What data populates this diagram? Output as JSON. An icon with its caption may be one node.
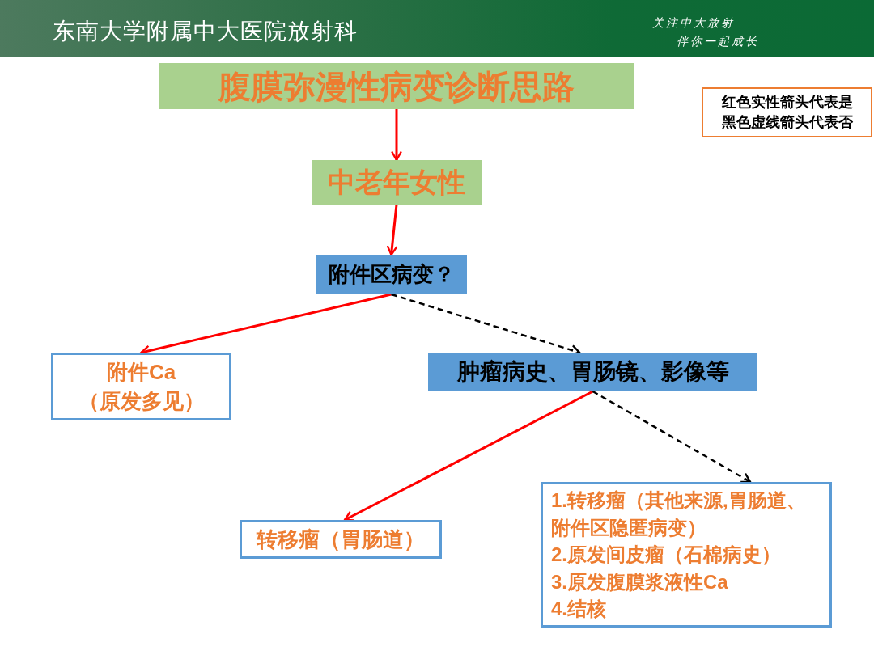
{
  "diagram": {
    "nodes": [
      {
        "text": [
          "腹膜弥漫性病变诊断思路"
        ]
      },
      {
        "text": [
          "中老年女性"
        ]
      },
      {
        "text": [
          "附件区病变？"
        ]
      },
      {
        "text": [
          "附件Ca",
          "（原发多见）"
        ]
      },
      {
        "text": [
          "肿瘤病史、胃肠镜、影像等"
        ]
      },
      {
        "text": [
          "转移瘤（胃肠道）"
        ]
      },
      {
        "text": [
          "1.转移瘤（其他来源,胃肠道、附件区隐匿病变）",
          "2.原发间皮瘤（石棉病史）",
          "3.原发腹膜浆液性Ca",
          "4.结核"
        ]
      },
      {
        "text": [
          "红色实性箭头代表是",
          "黑色虚线箭头代表否"
        ]
      }
    ],
    "edges": [
      {
        "from": 0,
        "to": 1,
        "arrow": "to"
      },
      {
        "from": 1,
        "to": 2,
        "arrow": "to"
      },
      {
        "from": 2,
        "to": 3,
        "arrow": "to"
      },
      {
        "from": 2,
        "to": 4,
        "arrow": "to",
        "style": "dashed",
        "color": "#000000"
      },
      {
        "from": 4,
        "to": 5,
        "arrow": "to"
      },
      {
        "from": 4,
        "to": 6,
        "arrow": "to",
        "style": "dashed",
        "color": "#000000"
      }
    ],
    "labels": [
      "东南大学附属中大医院放射科",
      "关注中大放射",
      "伴你一起成长"
    ]
  }
}
